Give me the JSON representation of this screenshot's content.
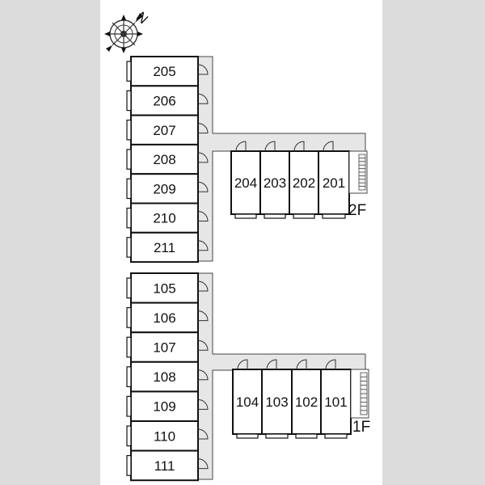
{
  "compass": {
    "label": "N",
    "icon": "north-arrow-icon"
  },
  "floors": [
    {
      "id": "2F",
      "label": "2F",
      "left_units": [
        "205",
        "206",
        "207",
        "208",
        "209",
        "210",
        "211"
      ],
      "right_units": [
        "204",
        "203",
        "202",
        "201"
      ]
    },
    {
      "id": "1F",
      "label": "1F",
      "left_units": [
        "105",
        "106",
        "107",
        "108",
        "109",
        "110",
        "111"
      ],
      "right_units": [
        "104",
        "103",
        "102",
        "101"
      ]
    }
  ],
  "colors": {
    "background": "#dcdcdc",
    "paper": "#ffffff",
    "walkway": "#e6e6e6",
    "wall": "#111111"
  }
}
